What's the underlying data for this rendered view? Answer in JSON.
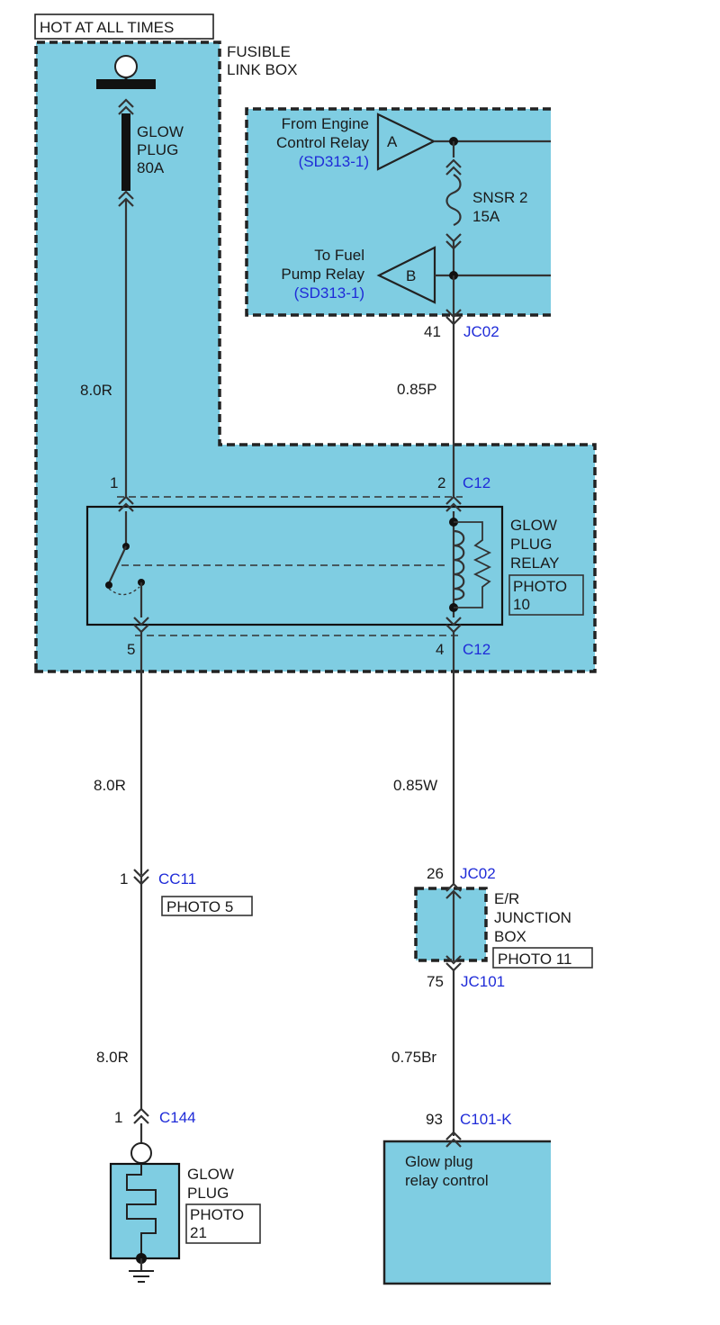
{
  "header": {
    "label": "HOT AT ALL TIMES"
  },
  "fusible_link_box": {
    "label_line1": "FUSIBLE",
    "label_line2": "LINK BOX"
  },
  "glow_plug_fuse": {
    "line1": "GLOW",
    "line2": "PLUG",
    "line3": "80A"
  },
  "engine_control_relay": {
    "line1": "From Engine",
    "line2": "Control Relay",
    "ref": "(SD313-1)",
    "letter": "A"
  },
  "fuel_pump_relay": {
    "line1": "To Fuel",
    "line2": "Pump Relay",
    "ref": "(SD313-1)",
    "letter": "B"
  },
  "snsr_fuse": {
    "line1": "SNSR 2",
    "line2": "15A"
  },
  "connector_jc02_top": {
    "pin": "41",
    "name": "JC02"
  },
  "wires": {
    "w1": "8.0R",
    "w2": "0.85P",
    "w3": "8.0R",
    "w4": "0.85W",
    "w5": "8.0R",
    "w6": "0.75Br"
  },
  "relay": {
    "pin1": "1",
    "pin2": "2",
    "pin5": "5",
    "pin4": "4",
    "conn_top": "C12",
    "conn_bottom": "C12",
    "line1": "GLOW",
    "line2": "PLUG",
    "line3": "RELAY",
    "photo1": "PHOTO",
    "photo2": "10"
  },
  "connector_cc11": {
    "pin": "1",
    "name": "CC11",
    "photo": "PHOTO 5"
  },
  "junction_box": {
    "pin_top": "26",
    "conn_top": "JC02",
    "line1": "E/R",
    "line2": "JUNCTION",
    "line3": "BOX",
    "photo": "PHOTO 11",
    "pin_bottom": "75",
    "conn_bottom": "JC101"
  },
  "connector_c144": {
    "pin": "1",
    "name": "C144"
  },
  "glow_plug": {
    "line1": "GLOW",
    "line2": "PLUG",
    "photo1": "PHOTO",
    "photo2": "21"
  },
  "ecm": {
    "pin": "93",
    "conn": "C101-K",
    "line1": "Glow plug",
    "line2": "relay control"
  },
  "colors": {
    "fill": "#7fcde2",
    "connector_text": "#1f2bd8"
  }
}
